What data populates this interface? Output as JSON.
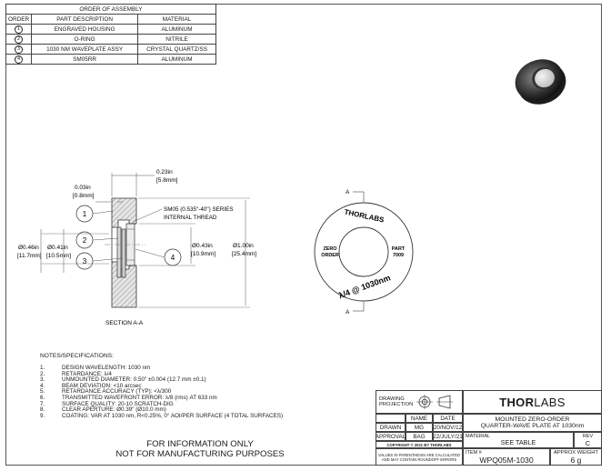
{
  "assembly": {
    "title": "ORDER OF ASSEMBLY",
    "headers": [
      "ORDER",
      "PART DESCRIPTION",
      "MATERIAL"
    ],
    "rows": [
      {
        "order": "1",
        "description": "ENGRAVED HOUSING",
        "material": "ALUMINUM"
      },
      {
        "order": "2",
        "description": "O-RING",
        "material": "NITRILE"
      },
      {
        "order": "3",
        "description": "1030 nm WAVEPLATE ASSY",
        "material": "CRYSTAL QUARTZ/SS"
      },
      {
        "order": "4",
        "description": "SM05RR",
        "material": "ALUMINUM"
      }
    ]
  },
  "section_view": {
    "label": "SECTION A-A",
    "balloons": [
      "1",
      "2",
      "3",
      "4"
    ],
    "dims": {
      "d_023_in": "0.23in",
      "d_023_mm": "[5.8mm]",
      "d_003_in": "0.03in",
      "d_003_mm": "[0.8mm]",
      "d_046_in": "Ø0.46in",
      "d_046_mm": "[11.7mm]",
      "d_041_in": "Ø0.41in",
      "d_041_mm": "[10.5mm]",
      "d_043_in": "Ø0.43in",
      "d_043_mm": "[10.9mm]",
      "d_100_in": "Ø1.00in",
      "d_100_mm": "[25.4mm]"
    },
    "callout_line1": "SM05 (0.535\"-40\") SERIES",
    "callout_line2": "INTERNAL THREAD"
  },
  "front_view": {
    "marker": "A",
    "engraving": {
      "brand": "THORLABS",
      "left_1": "ZERO",
      "left_2": "ORDER",
      "right_1": "PART",
      "right_2": "7009",
      "bottom": "λ/4 @ 1030nm"
    }
  },
  "notes": {
    "title": "NOTES/SPECIFICATIONS:",
    "items": [
      {
        "n": "1.",
        "text": "DESIGN WAVELENGTH: 1030 nm"
      },
      {
        "n": "2.",
        "text": "RETARDANCE: λ/4"
      },
      {
        "n": "3.",
        "text": "UNMOUNTED DIAMETER: 0.50\" ±0.004 (12.7 mm ±0.1)"
      },
      {
        "n": "4.",
        "text": "BEAM DEVIATION: <10 arcsec"
      },
      {
        "n": "5.",
        "text": "RETARDANCE ACCURACY (TYP): <λ/300"
      },
      {
        "n": "6.",
        "text": "TRANSMITTED WAVEFRONT ERROR: λ/8 (rms) AT 633 nm"
      },
      {
        "n": "7.",
        "text": "SURFACE QUALITY: 20-10 SCRATCH-DIG"
      },
      {
        "n": "8.",
        "text": "CLEAR APERTURE: Ø0.39\" (Ø10.0 mm)"
      },
      {
        "n": "9.",
        "text": "COATING: VAR AT 1030 nm, R<0.25%, 0° AOI/PER SURFACE (4 TOTAL SURFACES)"
      }
    ]
  },
  "footer_note": {
    "line1": "FOR INFORMATION ONLY",
    "line2": "NOT FOR MANUFACTURING PURPOSES"
  },
  "title_block": {
    "drawing_projection": "DRAWING PROJECTION",
    "logo_bold": "THOR",
    "logo_thin": "LABS",
    "col_name": "NAME",
    "col_date": "DATE",
    "drawn_label": "DRAWN",
    "drawn_name": "MG",
    "drawn_date": "20/NOV/12",
    "approval_label": "APPROVAL",
    "approval_name": "BAG",
    "approval_date": "22/JULY/21",
    "title_line1": "MOUNTED ZERO-ORDER",
    "title_line2": "QUARTER-WAVE PLATE AT 1030nm",
    "material_label": "MATERIAL",
    "material_value": "SEE TABLE",
    "rev_label": "REV",
    "rev_value": "C",
    "copyright": "COPYRIGHT © 2021 BY THORLABS",
    "values_note_1": "VALUES IN PARENTHESIS ARE CALCULATED",
    "values_note_2": "AND MAY CONTAIN ROUNDOFF ERRORS",
    "item_label": "ITEM #",
    "item_value": "WPQ05M-1030",
    "weight_label": "APPROX WEIGHT",
    "weight_value": "6 g"
  }
}
